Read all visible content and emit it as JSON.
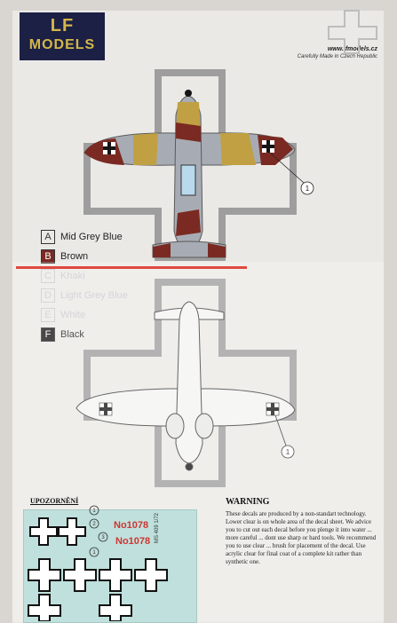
{
  "header": {
    "logo_mark": "LF",
    "logo_text": "MODELS",
    "website": "www.lfmodels.cz",
    "tagline": "Carefully Made in Czech Republic"
  },
  "callouts": {
    "top": "1",
    "bottom": "1"
  },
  "legend": [
    {
      "letter": "A",
      "name": "Mid Grey Blue"
    },
    {
      "letter": "B",
      "name": "Brown"
    },
    {
      "letter": "C",
      "name": "Khaki"
    },
    {
      "letter": "D",
      "name": "Light Grey Blue"
    },
    {
      "letter": "E",
      "name": "White"
    },
    {
      "letter": "F",
      "name": "Black"
    }
  ],
  "warning": {
    "title": "WARNING",
    "text": "These decals are produced by a non-standart technology. Lower clear is on whole area of the decal sheet. We advice you to cut out each decal before you plenge it into water ... more careful ... dont use sharp or hard tools. We recommend you to use clear ... brush for placement of the decal. Use acrylic clear for final coat of a complete kit rather than synthetic one."
  },
  "upozorneni": {
    "title": "UPOZORNĚNÍ"
  },
  "decal_sheet": {
    "number_1": "No1078",
    "number_2": "No1078",
    "code": "MS 409 1/72",
    "circle_labels": [
      "1",
      "2",
      "3",
      "1"
    ]
  },
  "colors": {
    "mid_grey_blue": "#a7acb4",
    "brown": "#7a2a22",
    "khaki": "#c0a042",
    "black": "#151515",
    "logo_bg": "#1b2044",
    "logo_gold": "#d4b64a",
    "decal_bg": "#bfe0dc",
    "accent_red": "#e0483f"
  }
}
